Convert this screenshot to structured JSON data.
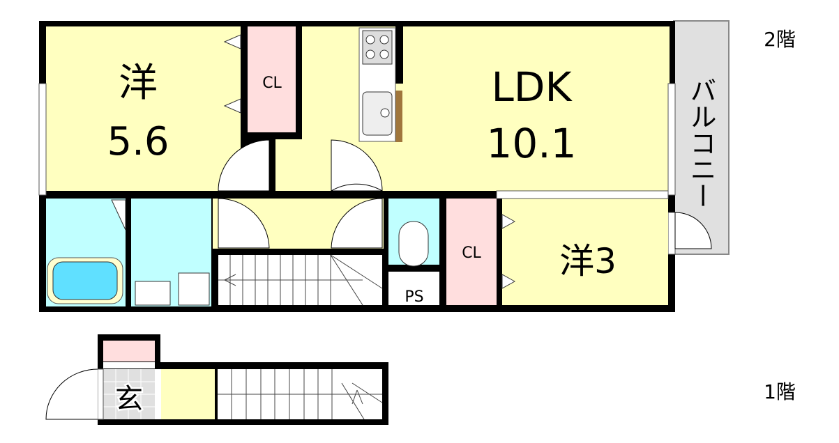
{
  "floors": {
    "second": {
      "label": "2階",
      "rooms": {
        "western1": {
          "name": "洋",
          "size": "5.6"
        },
        "closet1": {
          "name": "CL"
        },
        "ldk": {
          "name": "LDK",
          "size": "10.1"
        },
        "balcony": {
          "name": "バルコニー"
        },
        "western2": {
          "name": "洋3"
        },
        "closet2": {
          "name": "CL"
        },
        "ps": {
          "name": "PS"
        }
      }
    },
    "first": {
      "label": "1階",
      "rooms": {
        "entrance": {
          "name": "玄"
        }
      }
    }
  },
  "colors": {
    "room": "#ffffc0",
    "wet": "#c0ffff",
    "closet": "#ffdede",
    "balcony": "#e0e0e0",
    "wall": "#000000"
  }
}
